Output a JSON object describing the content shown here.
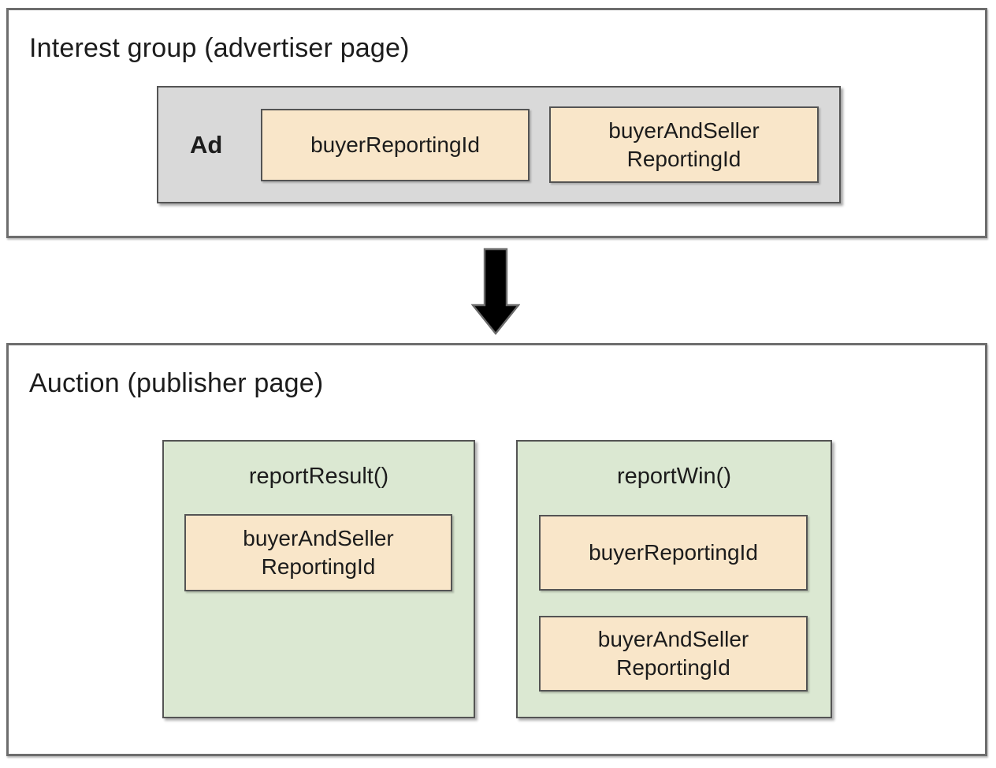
{
  "interest_group": {
    "title": "Interest group (advertiser page)",
    "ad_label": "Ad",
    "id_boxes": [
      {
        "label": "buyerReportingId"
      },
      {
        "label": "buyerAndSeller\nReportingId"
      }
    ]
  },
  "auction": {
    "title": "Auction (publisher page)",
    "functions": [
      {
        "name": "reportResult()",
        "id_boxes": [
          {
            "label": "buyerAndSeller\nReportingId"
          }
        ]
      },
      {
        "name": "reportWin()",
        "id_boxes": [
          {
            "label": "buyerReportingId"
          },
          {
            "label": "buyerAndSeller\nReportingId"
          }
        ]
      }
    ]
  },
  "colors": {
    "section_border": "#6d6d6d",
    "box_border": "#545454",
    "ad_fill": "#d9d9d9",
    "id_fill": "#f9e6c9",
    "function_fill": "#dbe8d2",
    "arrow_fill": "#000000",
    "arrow_outline": "#6b6b6b",
    "text": "#1c1c1c"
  }
}
